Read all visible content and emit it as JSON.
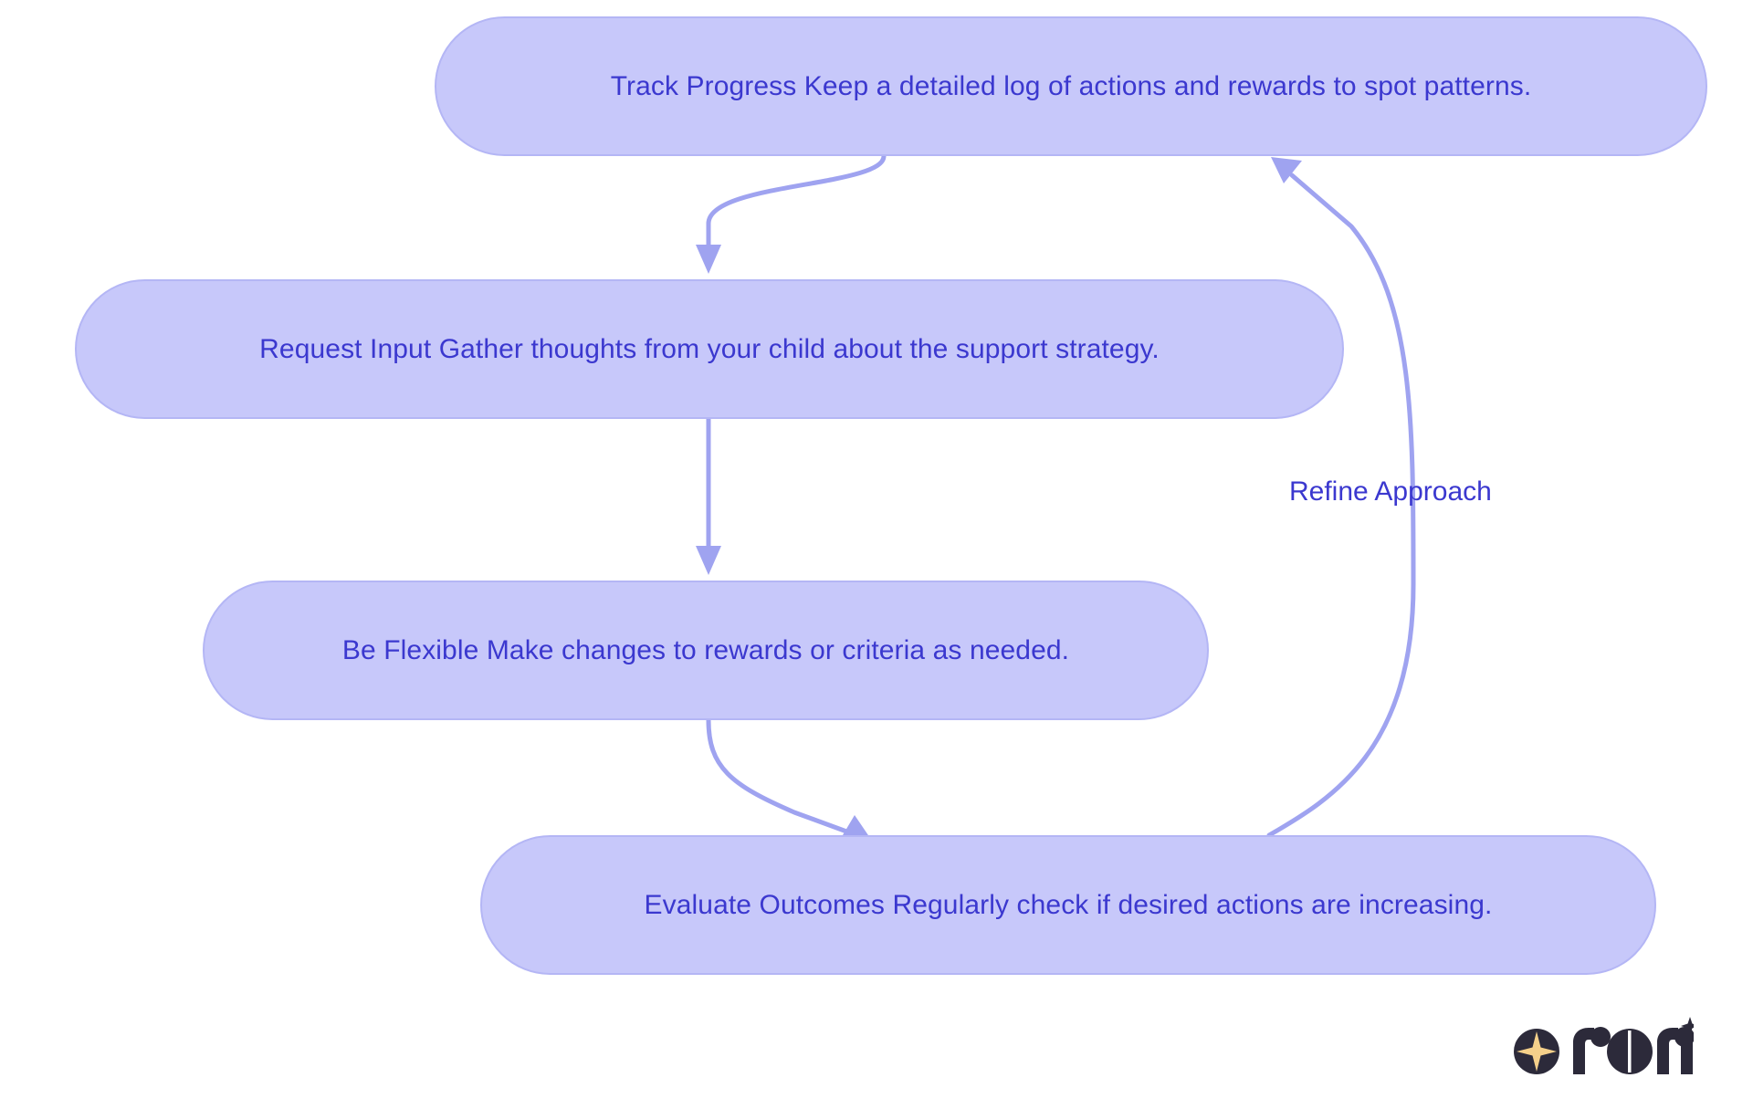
{
  "diagram": {
    "type": "flowchart",
    "orientation": "top-to-bottom",
    "background_color": "#ffffff",
    "node_fill_color": "#c7c8fa",
    "node_border_color": "#b4b6f5",
    "node_text_color": "#3b38cf",
    "edge_color": "#9fa3f0",
    "nodes": [
      {
        "id": "track-progress",
        "title": "Track Progress",
        "description": "Keep a detailed log of actions and rewards to spot patterns.",
        "text": "Track Progress Keep a detailed log of actions and rewards to spot patterns."
      },
      {
        "id": "request-input",
        "title": "Request Input",
        "description": "Gather thoughts from your child about the support strategy.",
        "text": "Request Input Gather thoughts from your child about the support strategy."
      },
      {
        "id": "be-flexible",
        "title": "Be Flexible",
        "description": "Make changes to rewards or criteria as needed.",
        "text": "Be Flexible Make changes to rewards or criteria as needed."
      },
      {
        "id": "evaluate-outcomes",
        "title": "Evaluate Outcomes",
        "description": "Regularly check if desired actions are increasing.",
        "text": "Evaluate Outcomes Regularly check if desired actions are increasing."
      }
    ],
    "edges": [
      {
        "id": "e1",
        "from": "track-progress",
        "to": "request-input",
        "label": ""
      },
      {
        "id": "e2",
        "from": "request-input",
        "to": "be-flexible",
        "label": ""
      },
      {
        "id": "e3",
        "from": "be-flexible",
        "to": "evaluate-outcomes",
        "label": ""
      },
      {
        "id": "e4",
        "from": "evaluate-outcomes",
        "to": "track-progress",
        "label": "Refine Approach"
      }
    ]
  },
  "branding": {
    "logo_name": "rori",
    "logo_mark_color": "#2c2a3a",
    "logo_star_color": "#f5d08a"
  }
}
